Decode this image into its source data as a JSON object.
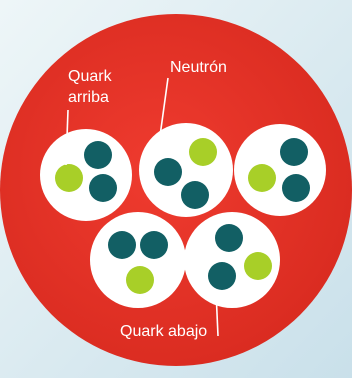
{
  "labels": {
    "quark_arriba_line1": "Quark",
    "quark_arriba_line2": "arriba",
    "neutron": "Neutrón",
    "quark_abajo": "Quark abajo"
  },
  "colors": {
    "background_top": "#eef6f8",
    "background_bottom": "#c9e0ea",
    "nucleus": "#e83327",
    "nucleon": "#ffffff",
    "up_quark": "#a8cf28",
    "down_quark": "#125f64",
    "pointer_line": "#ffffff"
  },
  "particles": [
    {
      "kind": "nucleon",
      "quarks": [
        "up",
        "down",
        "down"
      ]
    },
    {
      "kind": "neutron",
      "quarks": [
        "up",
        "down",
        "down"
      ]
    },
    {
      "kind": "nucleon",
      "quarks": [
        "up",
        "down",
        "down"
      ]
    },
    {
      "kind": "nucleon",
      "quarks": [
        "up",
        "down",
        "down"
      ]
    },
    {
      "kind": "nucleon",
      "quarks": [
        "up",
        "down",
        "down"
      ]
    }
  ]
}
